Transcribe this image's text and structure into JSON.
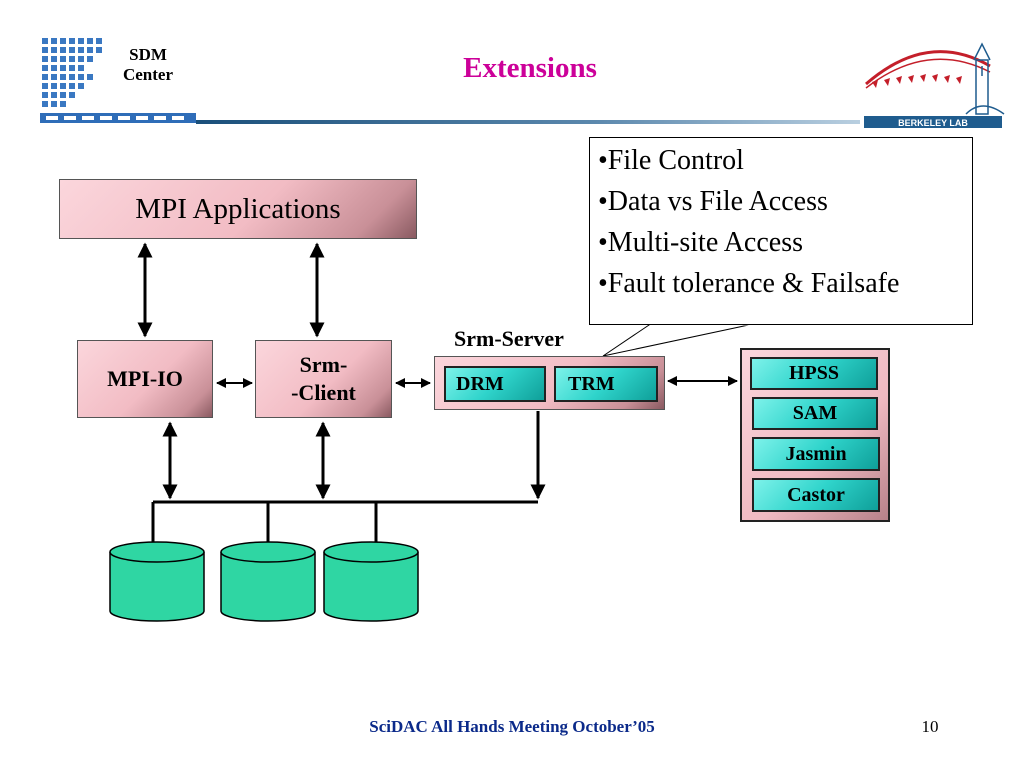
{
  "header": {
    "logo_left_line1": "SDM",
    "logo_left_line2": "Center",
    "title": "Extensions",
    "berkeley_logo_text": "BERKELEY LAB"
  },
  "diagram": {
    "mpi_applications": "MPI Applications",
    "mpi_io": "MPI-IO",
    "srm_client_line1": "Srm-",
    "srm_client_line2": "-Client",
    "srm_server_label": "Srm-Server",
    "drm": "DRM",
    "trm": "TRM",
    "storage_systems": [
      "HPSS",
      "SAM",
      "Jasmin",
      "Castor"
    ]
  },
  "callout": {
    "bullets": [
      "•File Control",
      "•Data vs File Access",
      "•Multi-site Access",
      "•Fault tolerance & Failsafe"
    ]
  },
  "footer": {
    "text": "SciDAC All Hands Meeting October’05",
    "page_number": "10"
  },
  "colors": {
    "title": "#cc0099",
    "footer": "#0b2a8a",
    "disk": "#2fd6a3",
    "teal_box": "#2fd4cb",
    "pink_box": "#f2bcc4"
  }
}
